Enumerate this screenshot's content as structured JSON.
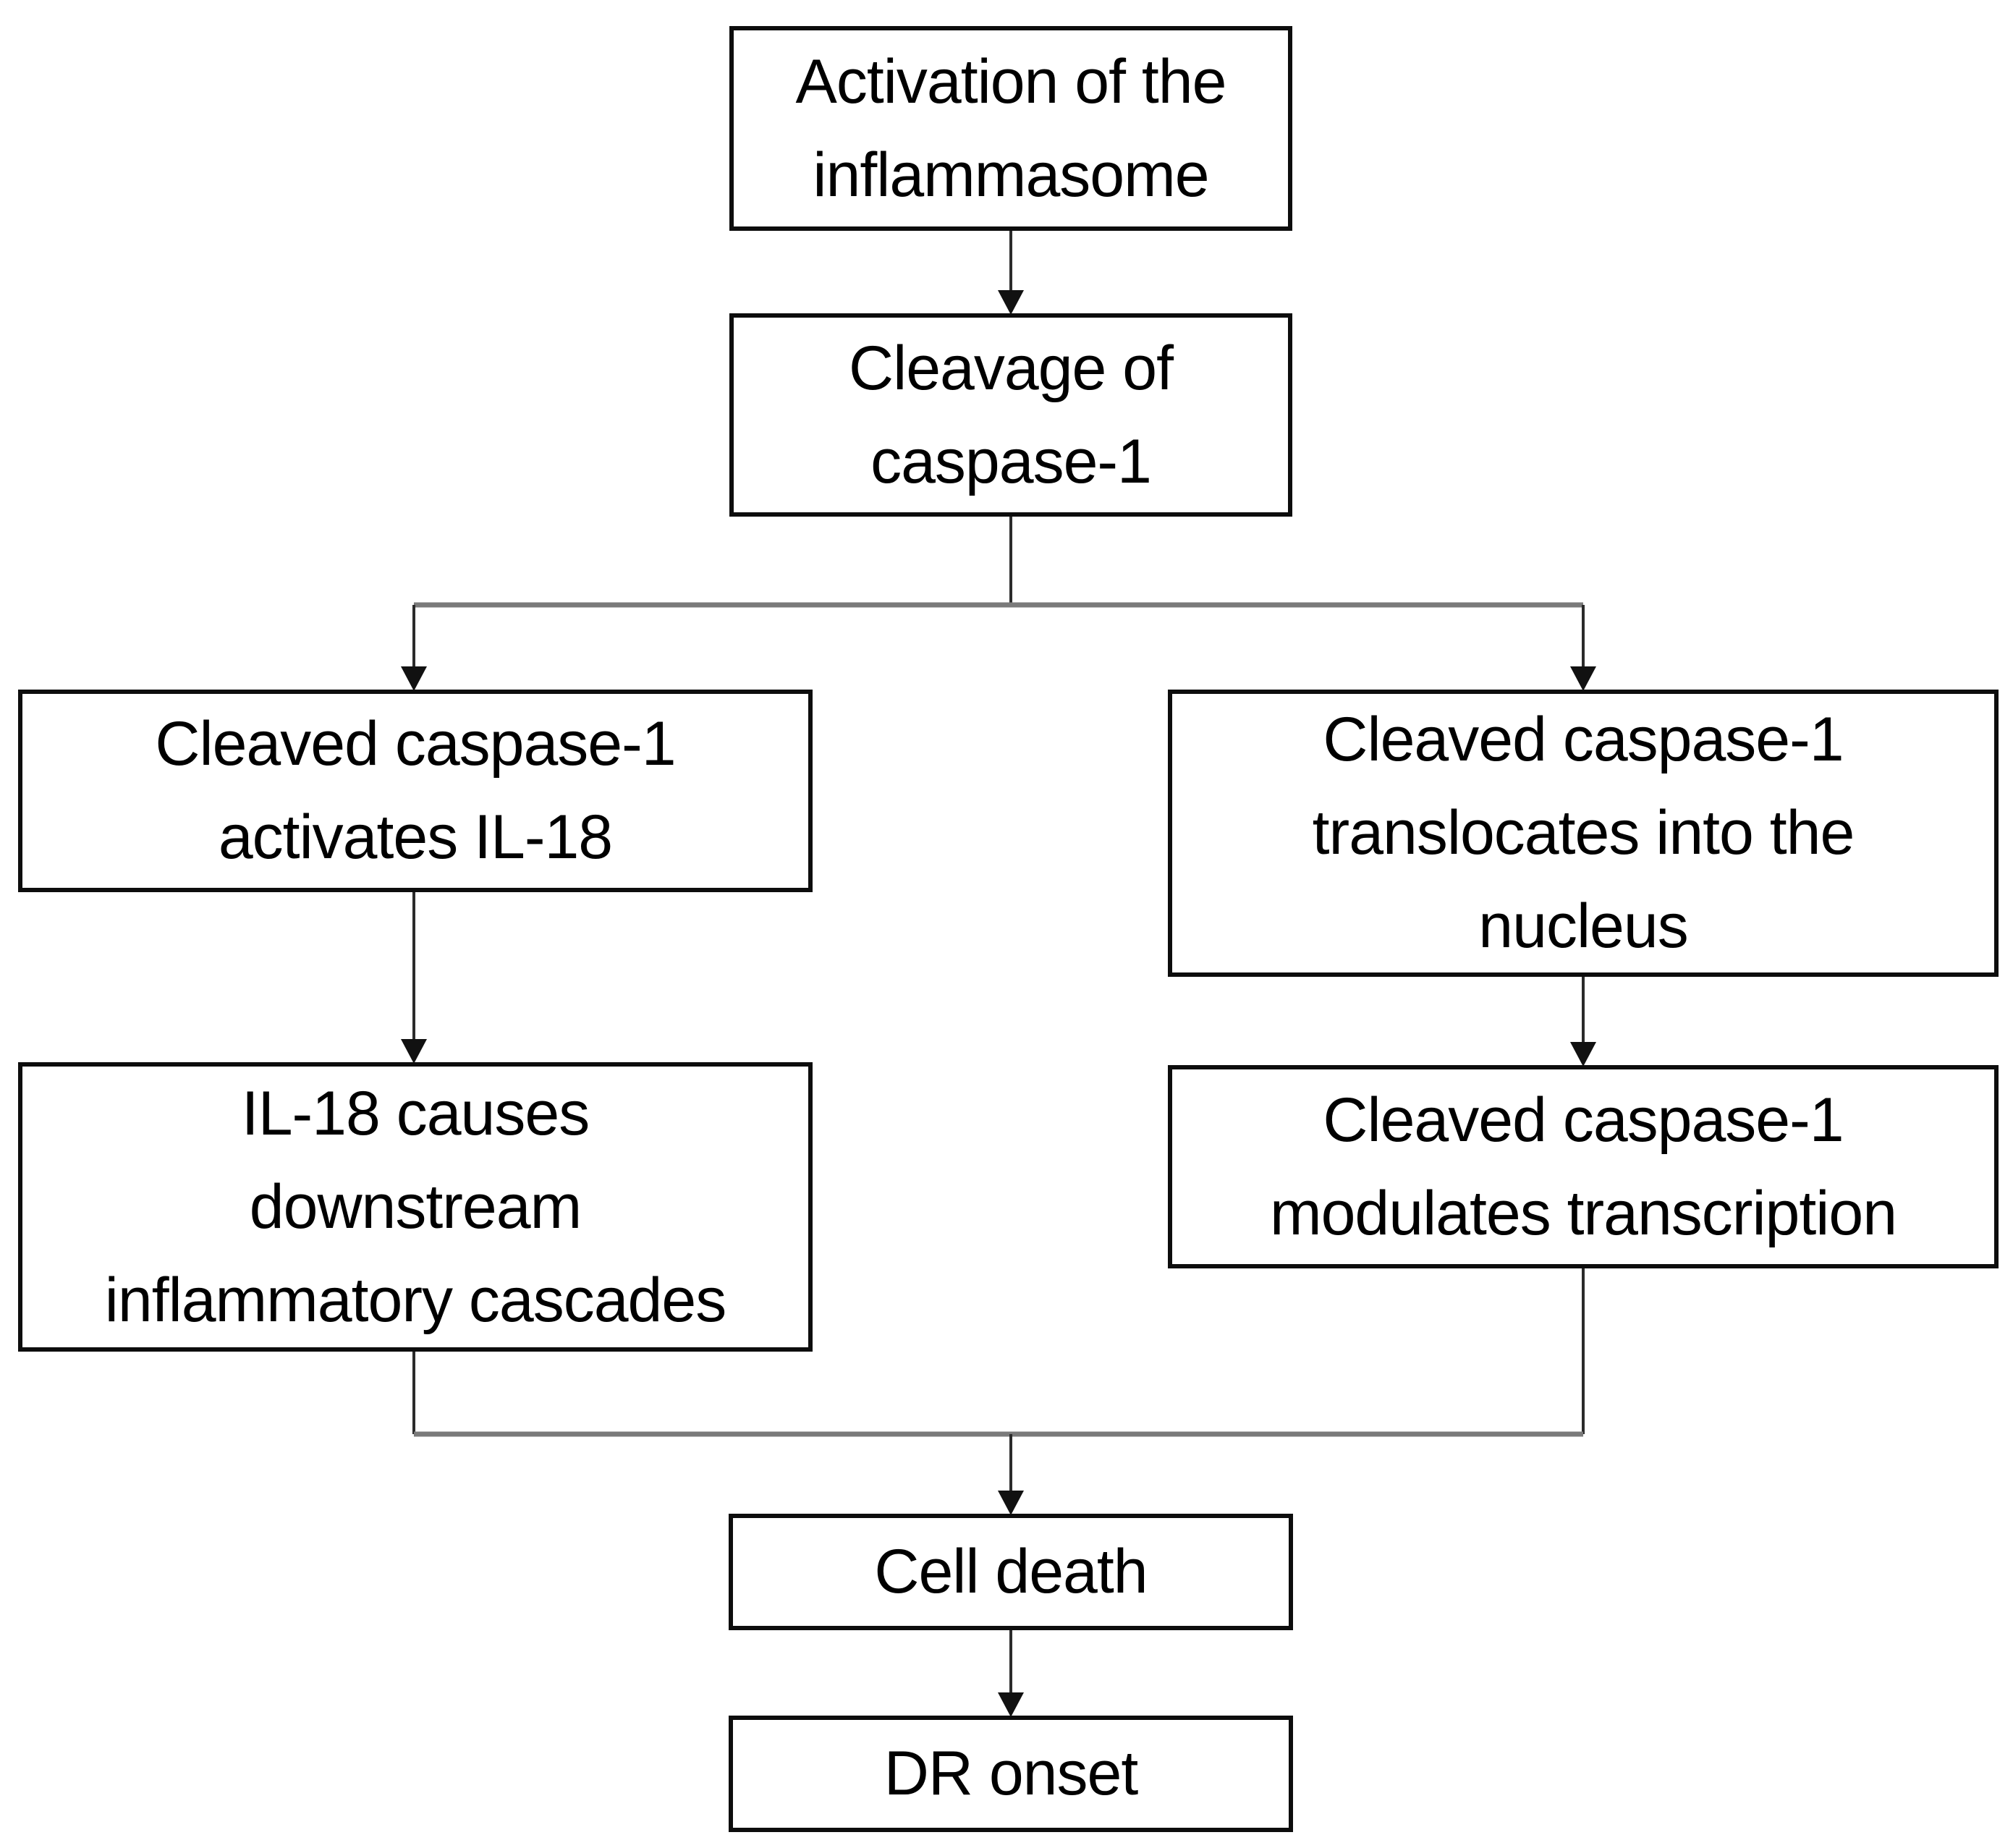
{
  "diagram": {
    "type": "flowchart",
    "background": "#ffffff",
    "colors": {
      "box_border": "#0d0d0d",
      "box_fill": "#ffffff",
      "text": "#000000",
      "connector_line": "#2b2b2b",
      "arrowhead": "#111111",
      "branch_rail_line": "#7a7a7a"
    },
    "nodes": [
      {
        "id": "activation",
        "lines": [
          "Activation of the",
          "inflammasome"
        ]
      },
      {
        "id": "cleavage",
        "lines": [
          "Cleavage of",
          "caspase-1"
        ]
      },
      {
        "id": "activates-il18",
        "lines": [
          "Cleaved caspase-1",
          "activates IL-18"
        ]
      },
      {
        "id": "translocates",
        "lines": [
          "Cleaved caspase-1",
          "translocates into the",
          "nucleus"
        ]
      },
      {
        "id": "il18-cascades",
        "lines": [
          "IL-18 causes",
          "downstream",
          "inflammatory cascades"
        ]
      },
      {
        "id": "modulates",
        "lines": [
          "Cleaved caspase-1",
          "modulates transcription"
        ]
      },
      {
        "id": "cell-death",
        "lines": [
          "Cell death"
        ]
      },
      {
        "id": "dr-onset",
        "lines": [
          "DR onset"
        ]
      }
    ],
    "edges": [
      {
        "from": "activation",
        "to": "cleavage"
      },
      {
        "from": "cleavage",
        "to": "activates-il18"
      },
      {
        "from": "cleavage",
        "to": "translocates"
      },
      {
        "from": "activates-il18",
        "to": "il18-cascades"
      },
      {
        "from": "translocates",
        "to": "modulates"
      },
      {
        "from": "il18-cascades",
        "to": "cell-death"
      },
      {
        "from": "modulates",
        "to": "cell-death"
      },
      {
        "from": "cell-death",
        "to": "dr-onset"
      }
    ]
  }
}
